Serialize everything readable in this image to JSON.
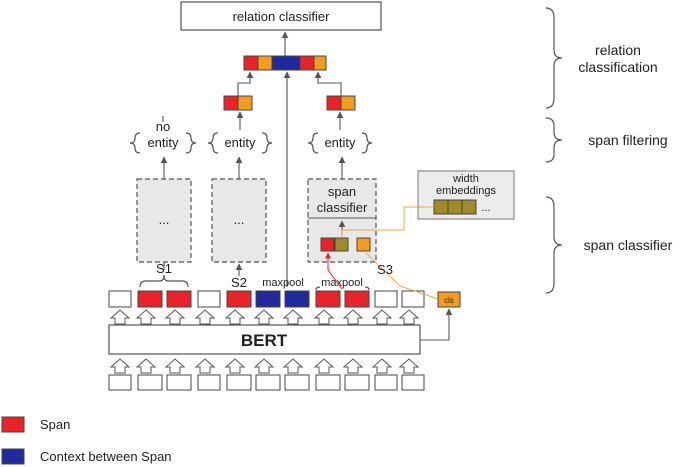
{
  "relation_classifier_label": "relation classifier",
  "bert_label": "BERT",
  "filters": {
    "no_entity_line1": "no",
    "no_entity_line2": "entity",
    "entity_a": "entity",
    "entity_b": "entity"
  },
  "panels": {
    "dots_1": "...",
    "dots_2": "...",
    "span_classifier_line1": "span",
    "span_classifier_line2": "classifier"
  },
  "width_embeddings": {
    "line1": "width",
    "line2": "embeddings",
    "dots": "..."
  },
  "token_labels": {
    "s1": "S1",
    "s2": "S2",
    "s3": "S3",
    "maxpool_1": "maxpool",
    "maxpool_2": "maxpool",
    "cls": "cls"
  },
  "stages": {
    "relation_classification_line1": "relation",
    "relation_classification_line2": "classification",
    "span_filtering": "span filtering",
    "span_classifier": "span classifier"
  },
  "legend": [
    {
      "label": "Span",
      "color": "#e8232a"
    },
    {
      "label": "Context between Span",
      "color": "#1f2a9c"
    }
  ]
}
